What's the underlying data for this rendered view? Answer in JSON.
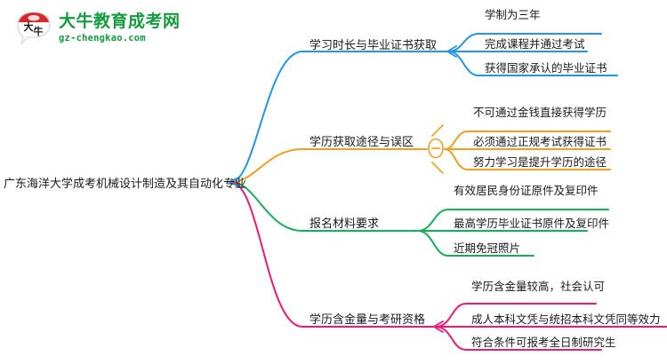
{
  "logo": {
    "title": "大牛教育成考网",
    "subtitle": "gz-chengkao.com",
    "mark_text": "大牛",
    "color": "#149b3f",
    "mark_top_color": "#d9262b"
  },
  "mindmap": {
    "root": {
      "label": "广东海洋大学成考机械设计制造及其自动化专业"
    },
    "branches": [
      {
        "label": "学习时长与毕业证书获取",
        "color": "#2196e8",
        "collapsed_toggle": false,
        "leaves": [
          {
            "label": "学制为三年"
          },
          {
            "label": "完成课程并通过考试"
          },
          {
            "label": "获得国家承认的毕业证书"
          }
        ]
      },
      {
        "label": "学历获取途径与误区",
        "color": "#f0a020",
        "collapsed_toggle": true,
        "toggle_sign": "−",
        "leaves": [
          {
            "label": "不可通过金钱直接获得学历"
          },
          {
            "label": "必须通过正规考试获得证书"
          },
          {
            "label": "努力学习是提升学历的途径"
          }
        ]
      },
      {
        "label": "报名材料要求",
        "color": "#12b05a",
        "collapsed_toggle": false,
        "leaves": [
          {
            "label": "有效居民身份证原件及复印件"
          },
          {
            "label": "最高学历毕业证书原件及复印件"
          },
          {
            "label": "近期免冠照片"
          }
        ]
      },
      {
        "label": "学历含金量与考研资格",
        "color": "#ef1a78",
        "collapsed_toggle": false,
        "leaves": [
          {
            "label": "学历含金量较高，社会认可"
          },
          {
            "label": "成人本科文凭与统招本科文凭同等效力"
          },
          {
            "label": "符合条件可报考全日制研究生"
          }
        ]
      }
    ]
  }
}
